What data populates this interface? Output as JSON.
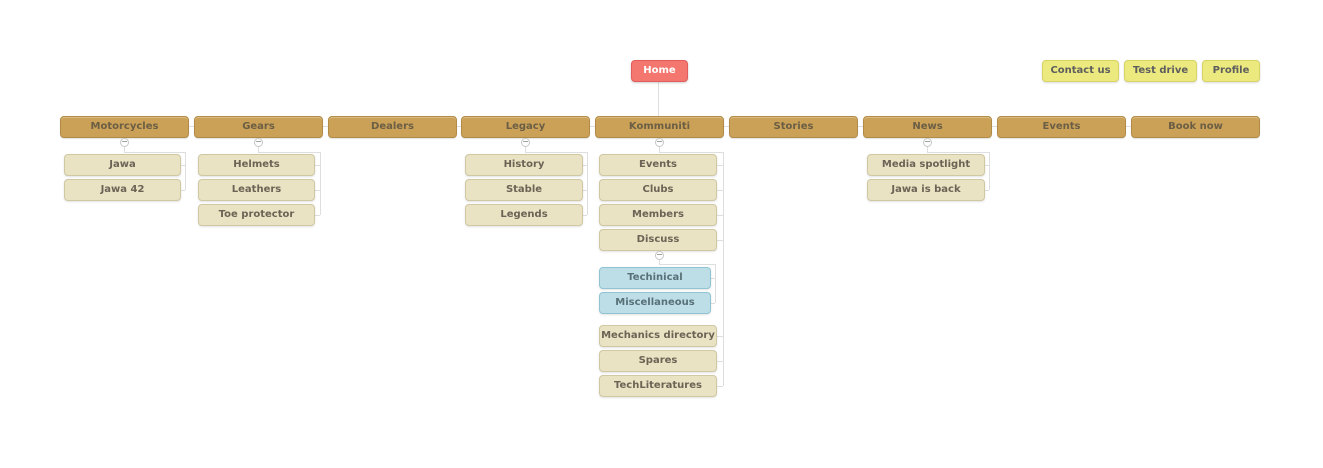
{
  "home": {
    "label": "Home"
  },
  "action_buttons": [
    {
      "label": "Contact us"
    },
    {
      "label": "Test drive"
    },
    {
      "label": "Profile"
    }
  ],
  "nav": [
    {
      "label": "Motorcycles",
      "children": [
        {
          "label": "Jawa"
        },
        {
          "label": "Jawa 42"
        }
      ]
    },
    {
      "label": "Gears",
      "children": [
        {
          "label": "Helmets"
        },
        {
          "label": "Leathers"
        },
        {
          "label": "Toe protector"
        }
      ]
    },
    {
      "label": "Dealers",
      "children": []
    },
    {
      "label": "Legacy",
      "children": [
        {
          "label": "History"
        },
        {
          "label": "Stable"
        },
        {
          "label": "Legends"
        }
      ]
    },
    {
      "label": "Kommuniti",
      "children": [
        {
          "label": "Events"
        },
        {
          "label": "Clubs"
        },
        {
          "label": "Members"
        },
        {
          "label": "Discuss",
          "children": [
            {
              "label": "Techinical"
            },
            {
              "label": "Miscellaneous"
            }
          ]
        },
        {
          "label": "Mechanics directory"
        },
        {
          "label": "Spares"
        },
        {
          "label": "TechLiteratures"
        }
      ]
    },
    {
      "label": "Stories",
      "children": []
    },
    {
      "label": "News",
      "children": [
        {
          "label": "Media spotlight"
        },
        {
          "label": "Jawa is back"
        }
      ]
    },
    {
      "label": "Events",
      "children": []
    },
    {
      "label": "Book now",
      "children": []
    }
  ],
  "ui": {
    "toggle_collapse_glyph": "−"
  },
  "palette": {
    "root_bg": "#f3776e",
    "main_nav_bg": "#cba158",
    "child_bg": "#e9e3c4",
    "sub_child_bg": "#bedee7",
    "action_button_bg": "#ece97e",
    "connector": "#dedede",
    "canvas_bg": "#ffffff"
  }
}
